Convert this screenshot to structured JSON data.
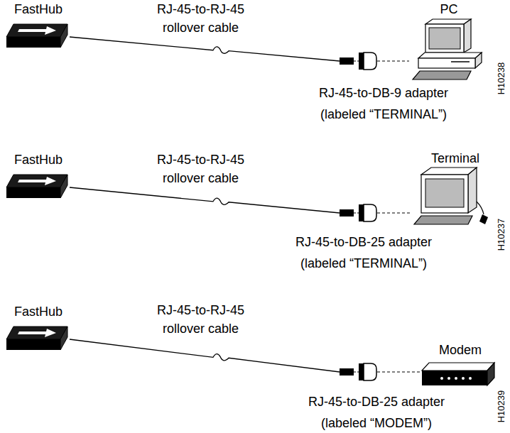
{
  "diagram": {
    "nodes": [
      {
        "text": [
          "FastHub"
        ]
      },
      {
        "text": [
          "PC"
        ]
      },
      {
        "text": [
          "FastHub"
        ]
      },
      {
        "text": [
          "Terminal"
        ]
      },
      {
        "text": [
          "FastHub"
        ]
      },
      {
        "text": [
          "Modem"
        ]
      }
    ],
    "edges": [
      {
        "from": 0,
        "to": 1,
        "label": "RJ-45-to-RJ-45 rollover cable",
        "arrow": "none"
      },
      {
        "from": 2,
        "to": 3,
        "label": "RJ-45-to-RJ-45 rollover cable",
        "arrow": "none"
      },
      {
        "from": 4,
        "to": 5,
        "label": "RJ-45-to-RJ-45 rollover cable",
        "arrow": "none"
      }
    ],
    "labels": [
      "RJ-45-to-DB-9 adapter (labeled “TERMINAL”)",
      "H10238",
      "RJ-45-to-DB-25 adapter (labeled “TERMINAL”)",
      "H10237",
      "RJ-45-to-DB-25 adapter (labeled “MODEM”)",
      "H10239"
    ]
  }
}
